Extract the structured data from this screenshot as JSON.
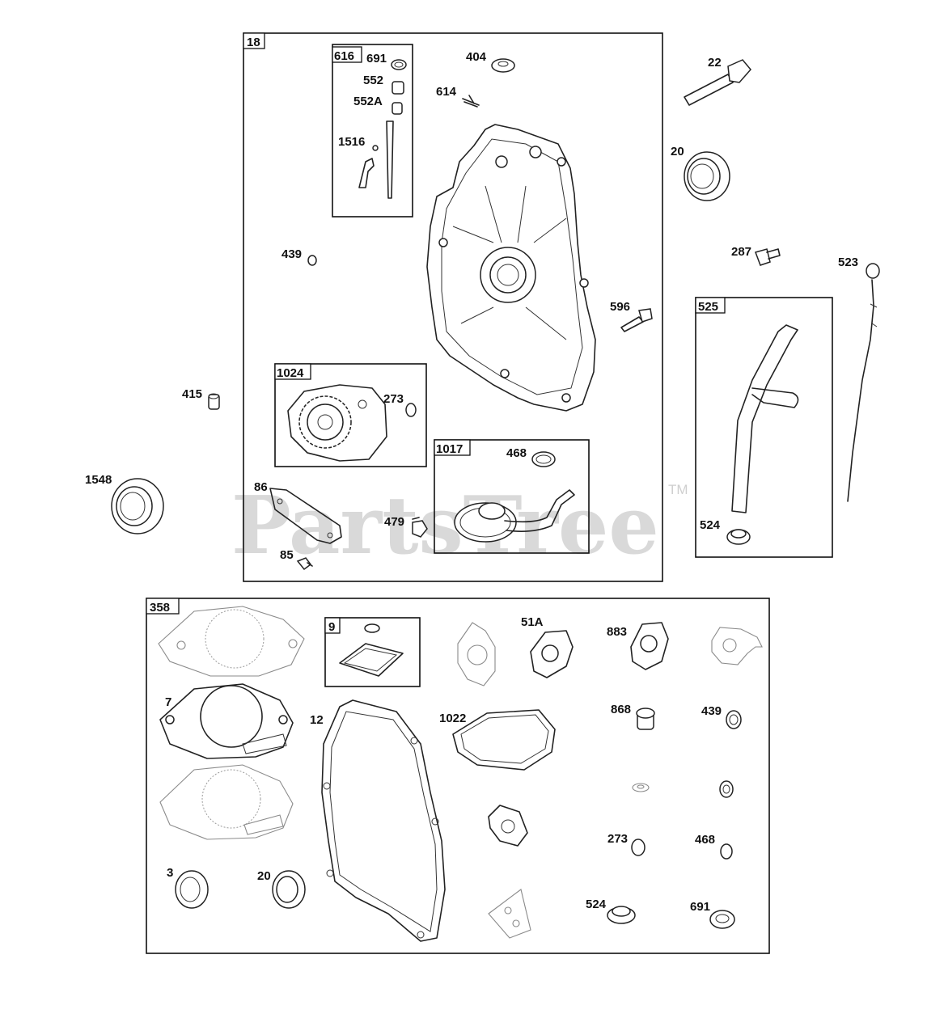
{
  "watermark": {
    "brand": "PartsTree",
    "trademark": "TM"
  },
  "assemblies": {
    "a18": "18",
    "a616": "616",
    "a1024": "1024",
    "a1017": "1017",
    "a525": "525",
    "a358": "358",
    "a9": "9"
  },
  "callouts": {
    "c22": "22",
    "c20_top": "20",
    "c287": "287",
    "c523": "523",
    "c524_tube": "524",
    "c404": "404",
    "c614": "614",
    "c691_top": "691",
    "c552": "552",
    "c552a": "552A",
    "c1516": "1516",
    "c439_top": "439",
    "c596": "596",
    "c415": "415",
    "c273_top": "273",
    "c1548": "1548",
    "c86": "86",
    "c468_top": "468",
    "c479": "479",
    "c85": "85",
    "c51a": "51A",
    "c883": "883",
    "c7": "7",
    "c12": "12",
    "c1022": "1022",
    "c868": "868",
    "c439_kit": "439",
    "c273_kit": "273",
    "c468_kit": "468",
    "c3": "3",
    "c20_kit": "20",
    "c524_kit": "524",
    "c691_kit": "691"
  }
}
